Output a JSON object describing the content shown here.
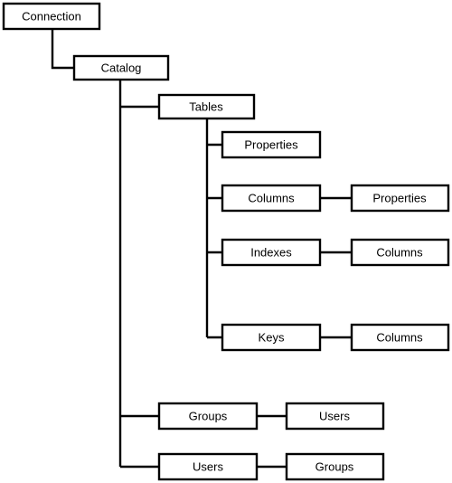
{
  "diagram": {
    "nodes": {
      "connection": "Connection",
      "catalog": "Catalog",
      "tables": "Tables",
      "table_properties": "Properties",
      "columns": "Columns",
      "column_properties": "Properties",
      "indexes": "Indexes",
      "index_columns": "Columns",
      "keys": "Keys",
      "key_columns": "Columns",
      "groups": "Groups",
      "group_users": "Users",
      "users": "Users",
      "user_groups": "Groups"
    },
    "colors": {
      "line": "#000000",
      "box_fill": "#ffffff",
      "text": "#000000"
    }
  }
}
